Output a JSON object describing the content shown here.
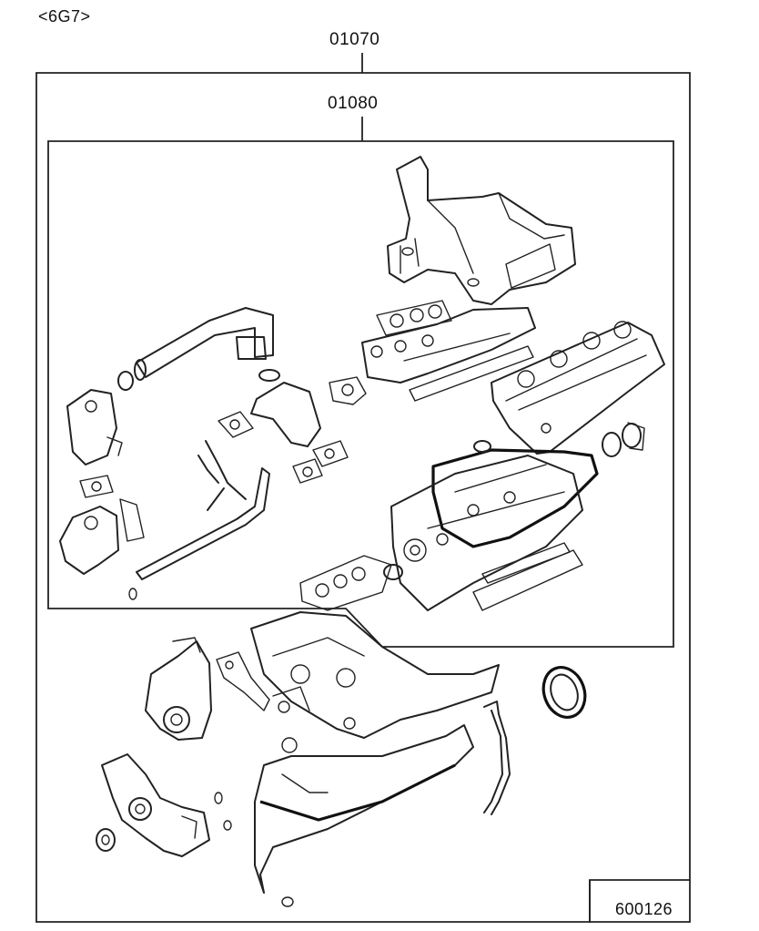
{
  "engine_code": "<6G7>",
  "assembly_outer": {
    "part_number": "01070"
  },
  "assembly_inner": {
    "part_number": "01080"
  },
  "diagram_ref": "600126",
  "icons": [
    "intake-manifold-icon",
    "rocker-cover-icon",
    "cylinder-head-icon",
    "water-pipe-icon",
    "thermostat-housing-icon",
    "water-pump-icon",
    "oil-pan-icon",
    "oil-dipstick-icon",
    "crankshaft-seal-icon",
    "timing-cover-icon"
  ]
}
